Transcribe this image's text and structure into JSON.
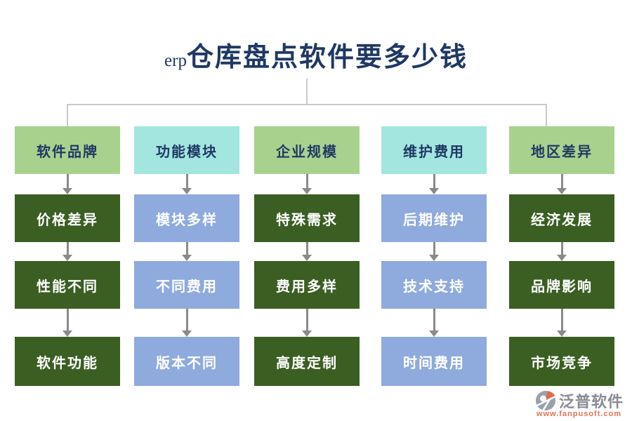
{
  "title": {
    "prefix": "erp",
    "main": "仓库盘点软件要多少钱"
  },
  "columns": [
    {
      "header": "软件品牌",
      "items": [
        "价格差异",
        "性能不同",
        "软件功能"
      ]
    },
    {
      "header": "功能模块",
      "items": [
        "模块多样",
        "不同费用",
        "版本不同"
      ]
    },
    {
      "header": "企业规模",
      "items": [
        "特殊需求",
        "费用多样",
        "高度定制"
      ]
    },
    {
      "header": "维护费用",
      "items": [
        "后期维护",
        "技术支持",
        "时间费用"
      ]
    },
    {
      "header": "地区差异",
      "items": [
        "经济发展",
        "品牌影响",
        "市场竞争"
      ]
    }
  ],
  "logo": {
    "name": "泛普软件",
    "url": "www.fanpusoft.com",
    "icon": "fanpu-logo-icon"
  },
  "colors": {
    "title_text": "#1F3864",
    "header_green": "#A9D18E",
    "header_teal": "#A3E6E0",
    "item_dark_green": "#3B5E23",
    "item_blue": "#8FAADC",
    "item_text": "#FFFFFF",
    "connector_line": "#C9C9C9",
    "arrow": "#8A8A8A",
    "logo_text": "#8A8A94",
    "logo_url": "#E5714E"
  }
}
